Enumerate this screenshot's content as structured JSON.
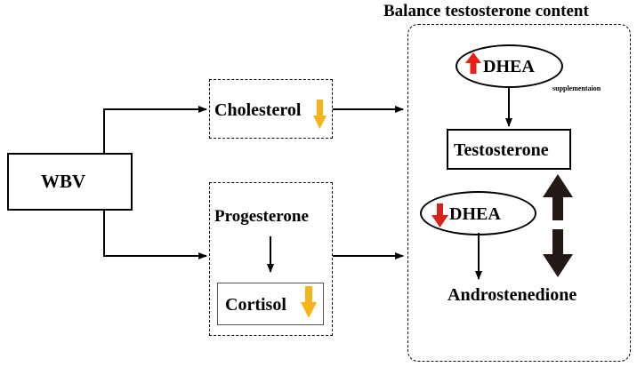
{
  "title": "Balance testosterone content",
  "source": {
    "label": "WBV"
  },
  "upper_branch": {
    "label": "Cholesterol",
    "indicator": "down-arrow"
  },
  "lower_branch": {
    "top_label": "Progesterone",
    "bottom_label": "Cortisol",
    "indicator": "down-arrow"
  },
  "right_panel": {
    "dhea_up": {
      "label": "DHEA",
      "indicator": "up-arrow",
      "note": "supplementaion"
    },
    "testosterone": {
      "label": "Testosterone"
    },
    "dhea_down": {
      "label": "DHEA",
      "indicator": "down-arrow"
    },
    "androstenedione": {
      "label": "Androstenedione"
    }
  },
  "colors": {
    "up_arrow": "#e8201a",
    "down_arrow_red": "#d8231c",
    "down_arrow_orange": "#f4b41a",
    "lines": "#000000"
  }
}
